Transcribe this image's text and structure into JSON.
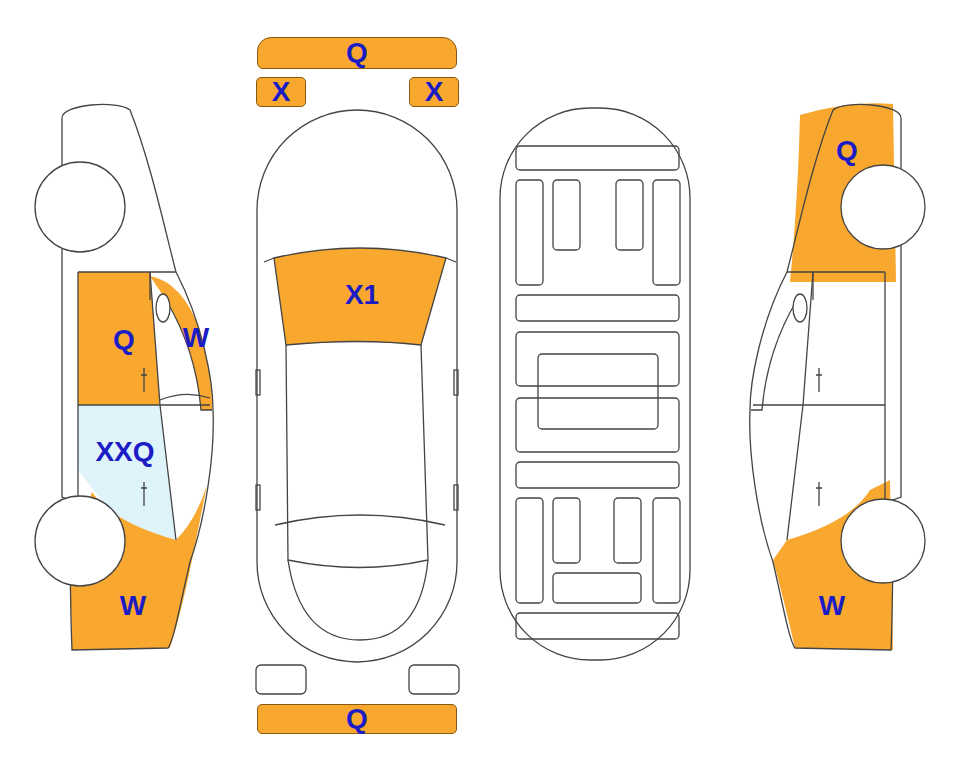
{
  "diagram": {
    "nodes": [
      {
        "text": [
          "Q"
        ]
      },
      {
        "text": [
          "X"
        ]
      },
      {
        "text": [
          "X"
        ]
      },
      {
        "text": [
          "Q"
        ]
      }
    ],
    "labels": [
      "Q",
      "W",
      "XXQ",
      "W",
      "X1",
      "Q",
      "W"
    ]
  }
}
